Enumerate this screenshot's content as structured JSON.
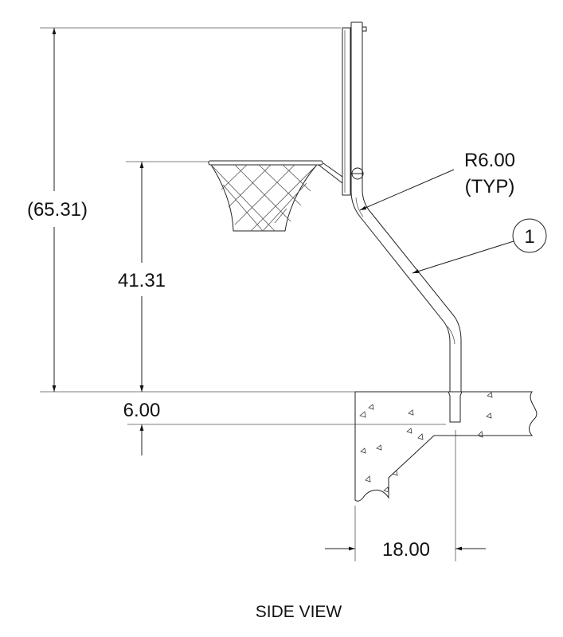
{
  "drawing": {
    "title": "SIDE VIEW",
    "dimensions": {
      "overall_height": "(65.31)",
      "rim_height": "41.31",
      "slab_depth": "6.00",
      "offset": "18.00"
    },
    "callouts": {
      "radius_line1": "R6.00",
      "radius_line2": "(TYP)",
      "balloon": "1"
    }
  }
}
